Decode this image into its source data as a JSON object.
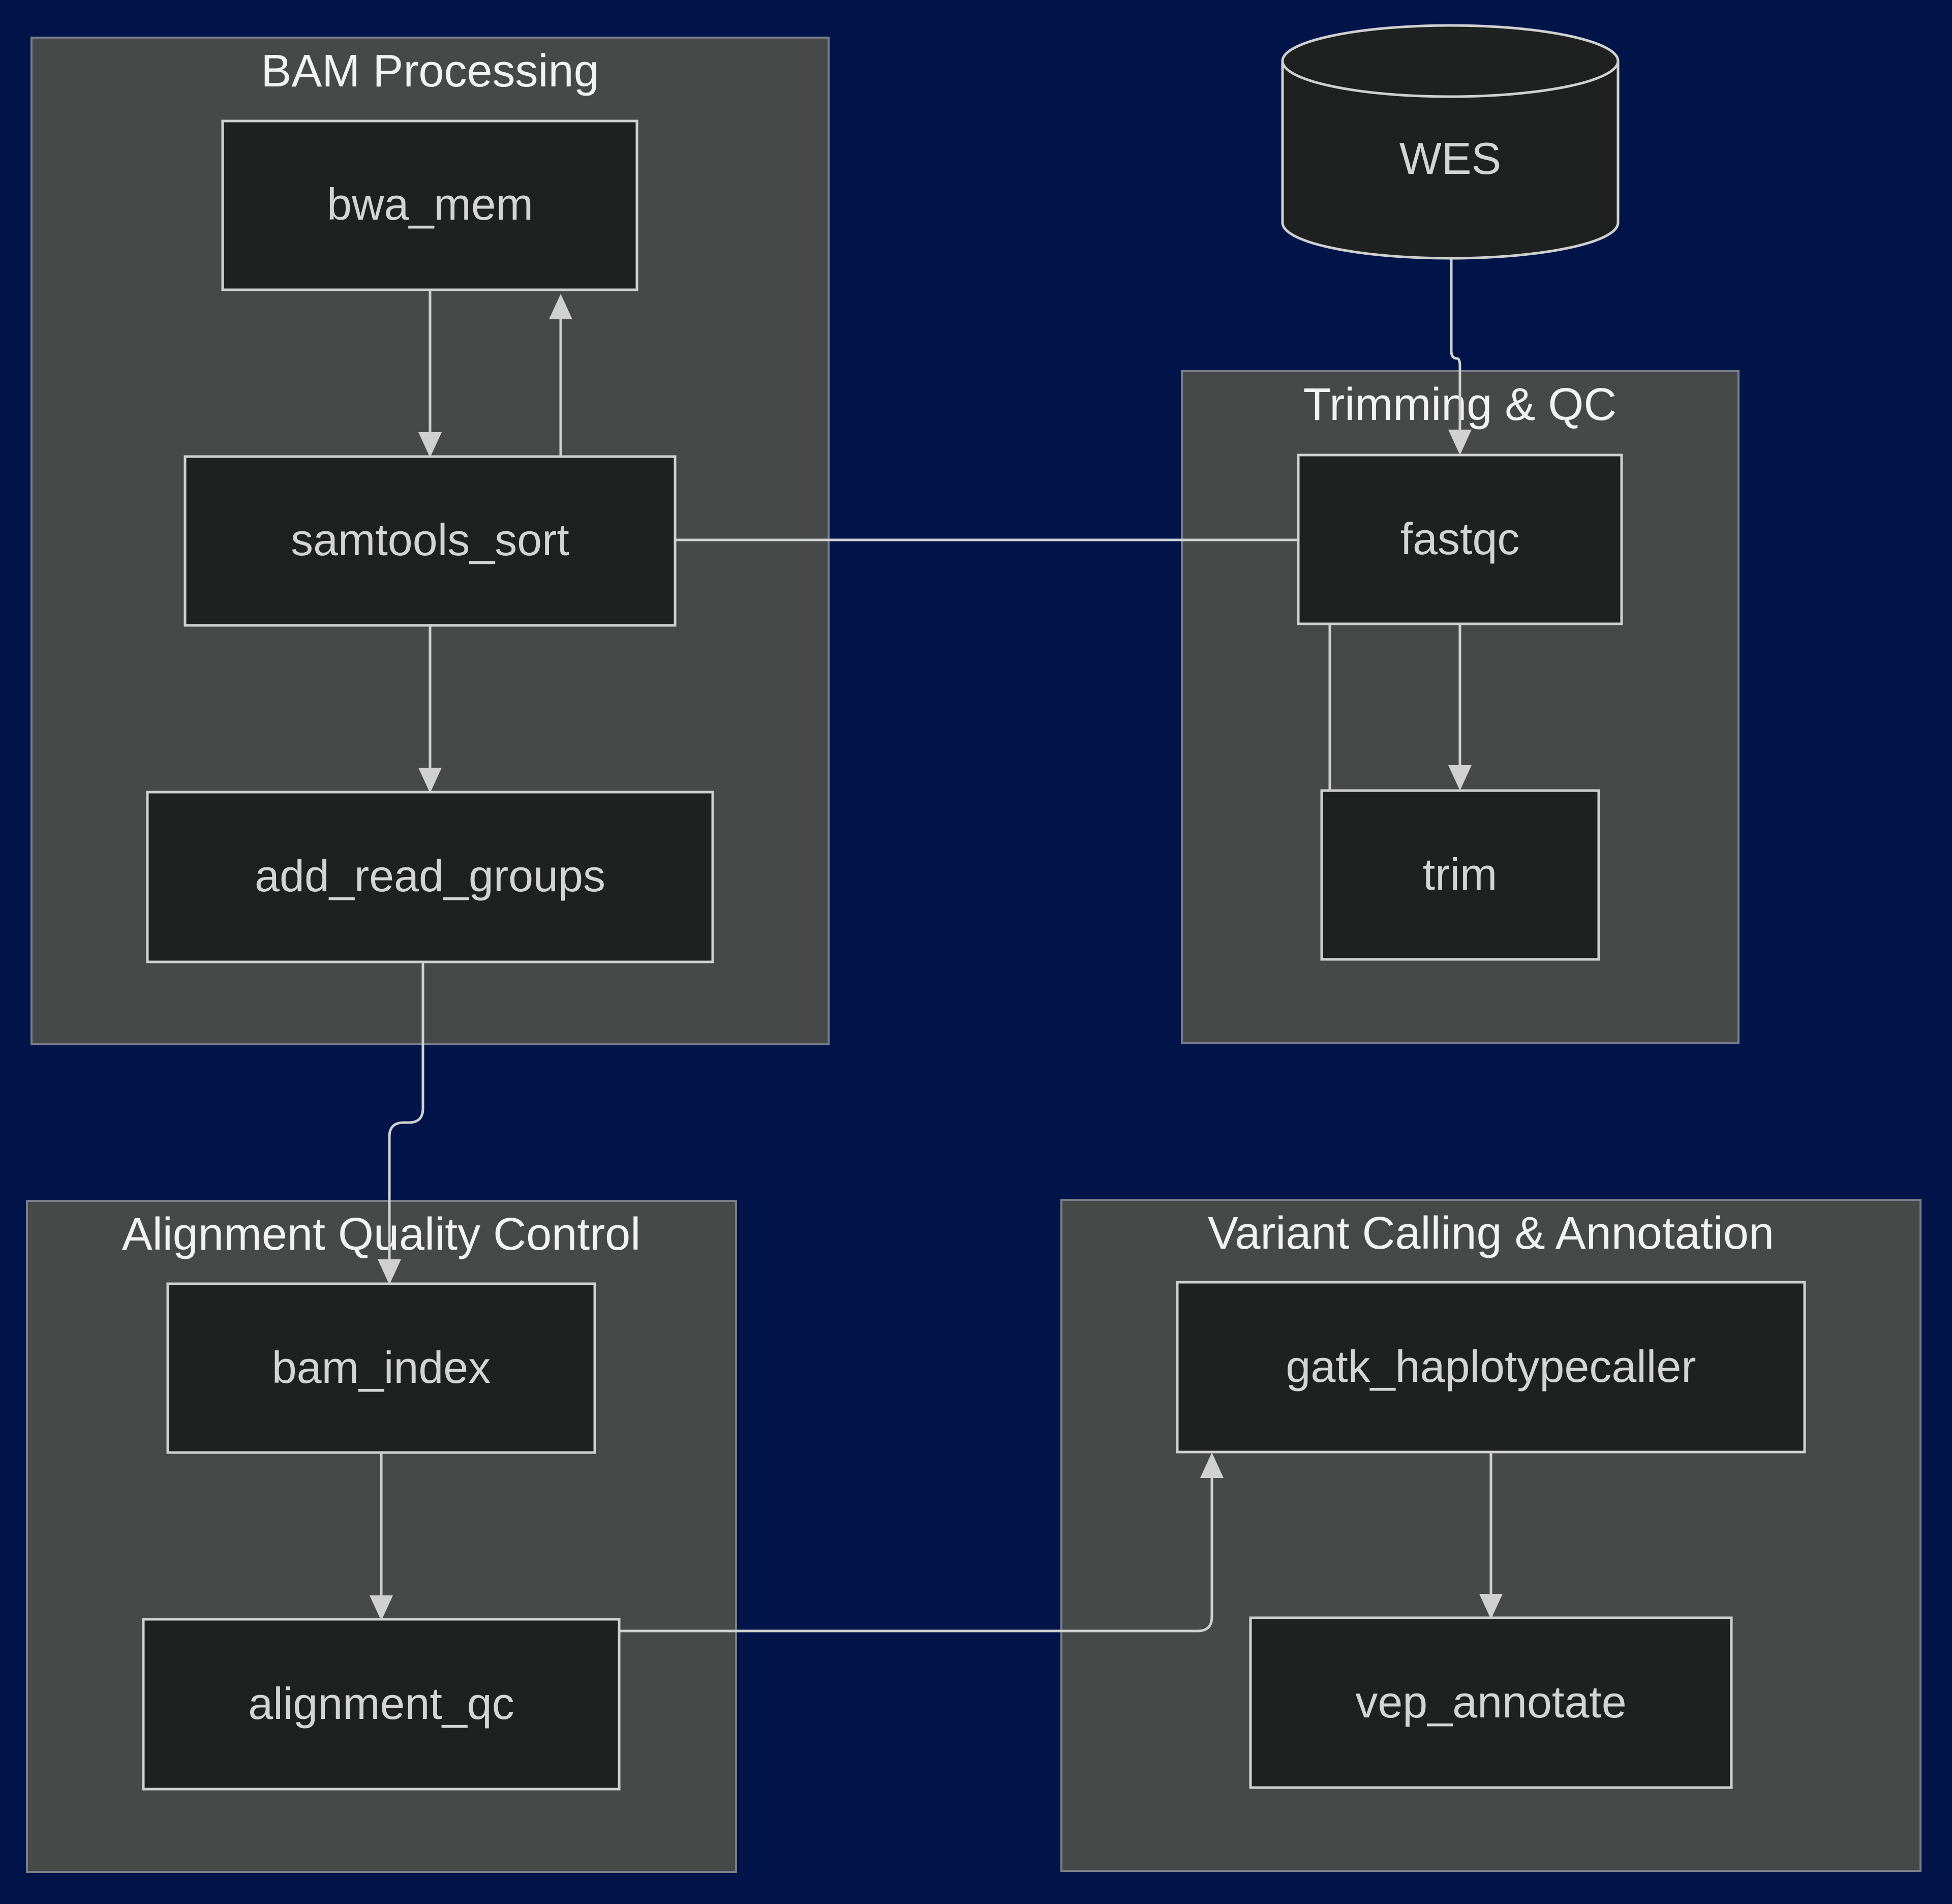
{
  "clusters": {
    "bam": {
      "title": "BAM Processing"
    },
    "trim": {
      "title": "Trimming & QC"
    },
    "align": {
      "title": "Alignment Quality Control"
    },
    "variant": {
      "title": "Variant Calling & Annotation"
    }
  },
  "nodes": {
    "wes": "WES",
    "bwa_mem": "bwa_mem",
    "samtools_sort": "samtools_sort",
    "add_read_groups": "add_read_groups",
    "fastqc": "fastqc",
    "trim": "trim",
    "bam_index": "bam_index",
    "alignment_qc": "alignment_qc",
    "gatk_haplotypecaller": "gatk_haplotypecaller",
    "vep_annotate": "vep_annotate"
  },
  "edges": [
    {
      "from": "wes",
      "to": "fastqc"
    },
    {
      "from": "fastqc",
      "to": "trim"
    },
    {
      "from": "trim",
      "to": "bwa_mem"
    },
    {
      "from": "bwa_mem",
      "to": "samtools_sort"
    },
    {
      "from": "samtools_sort",
      "to": "add_read_groups"
    },
    {
      "from": "add_read_groups",
      "to": "bam_index"
    },
    {
      "from": "bam_index",
      "to": "alignment_qc"
    },
    {
      "from": "alignment_qc",
      "to": "gatk_haplotypecaller"
    },
    {
      "from": "gatk_haplotypecaller",
      "to": "vep_annotate"
    }
  ],
  "colors": {
    "background": "#001449",
    "cluster_fill": "#474848",
    "node_fill": "#1f2020",
    "stroke": "#d0d0d0"
  }
}
